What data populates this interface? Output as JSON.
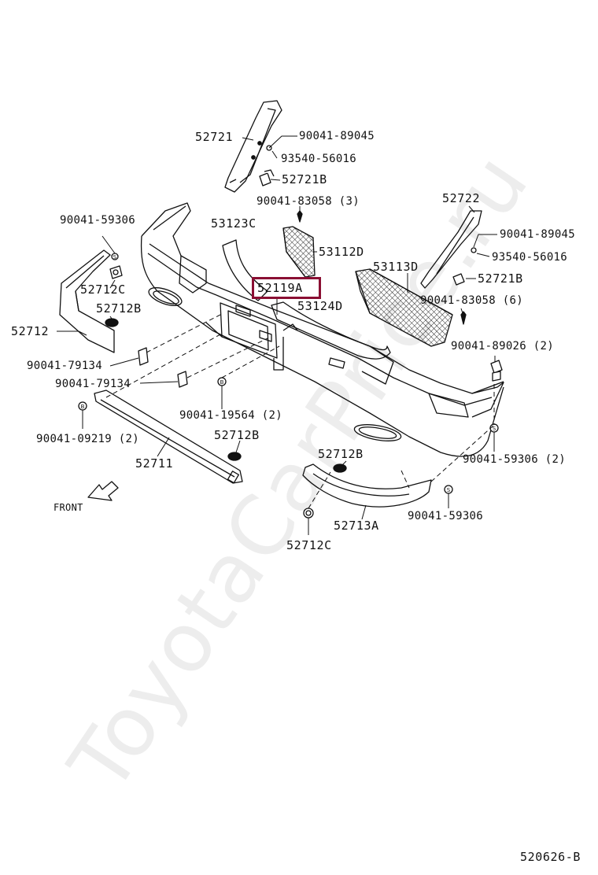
{
  "watermark": "ToyotaCarPrice.ru",
  "diagram_id": "520626-B",
  "front_label": "FRONT",
  "highlight_color": "#8a0f33",
  "labels": {
    "p52721": "52721",
    "p90041_89045_a": "90041-89045",
    "p93540_56016_a": "93540-56016",
    "p52721B_a": "52721B",
    "p90041_83058_3": "90041-83058 (3)",
    "p53123C": "53123C",
    "p53112D": "53112D",
    "p90041_59306_a": "90041-59306",
    "p52712C_a": "52712C",
    "p52712B_a": "52712B",
    "p52712": "52712",
    "p52119A": "52119A",
    "p53124D": "53124D",
    "p53113D": "53113D",
    "p52722": "52722",
    "p90041_89045_b": "90041-89045",
    "p93540_56016_b": "93540-56016",
    "p52721B_b": "52721B",
    "p90041_83058_6": "90041-83058 (6)",
    "p90041_89026_2": "90041-89026 (2)",
    "p90041_79134_a": "90041-79134",
    "p90041_79134_b": "90041-79134",
    "p90041_19564_2": "90041-19564 (2)",
    "p90041_09219_2": "90041-09219 (2)",
    "p52712B_b": "52712B",
    "p52711": "52711",
    "p52712B_c": "52712B",
    "p90041_59306_2": "90041-59306 (2)",
    "p52713A": "52713A",
    "p90041_59306_b": "90041-59306",
    "p52712C_b": "52712C"
  },
  "symbols": {
    "s_mark": "S",
    "e_mark": "B"
  }
}
